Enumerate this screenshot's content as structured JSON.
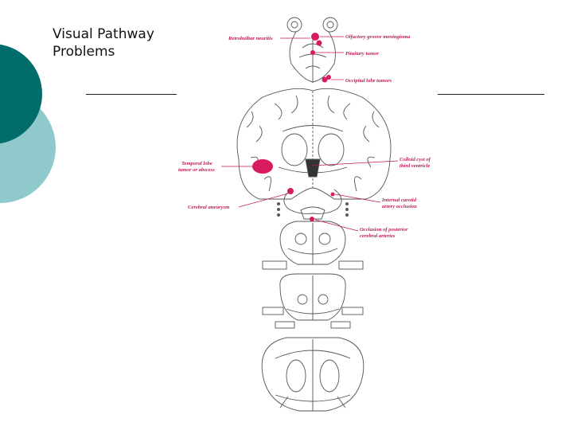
{
  "slide": {
    "title": "Visual Pathway\nProblems",
    "theme": {
      "teal_dark": "#006d6b",
      "teal_light": "#8fc9cb",
      "accent": "#c2185b"
    }
  },
  "diagram": {
    "labels": {
      "retrobulbar": "Retrobulbar neuritis",
      "olfactory": "Olfactory groove meningioma",
      "pituitary": "Pituitary tumor",
      "occipital": "Occipital lobe tumors",
      "temporal_1": "Temporal lobe",
      "temporal_2": "tumor or abscess",
      "colloid_1": "Colloid cyst of",
      "colloid_2": "third ventricle",
      "carotid_1": "Internal carotid",
      "carotid_2": "artery occlusion",
      "aneurysm": "Cerebral aneurysm",
      "posterior_1": "Occlusion of posterior",
      "posterior_2": "cerebral arteries"
    }
  }
}
